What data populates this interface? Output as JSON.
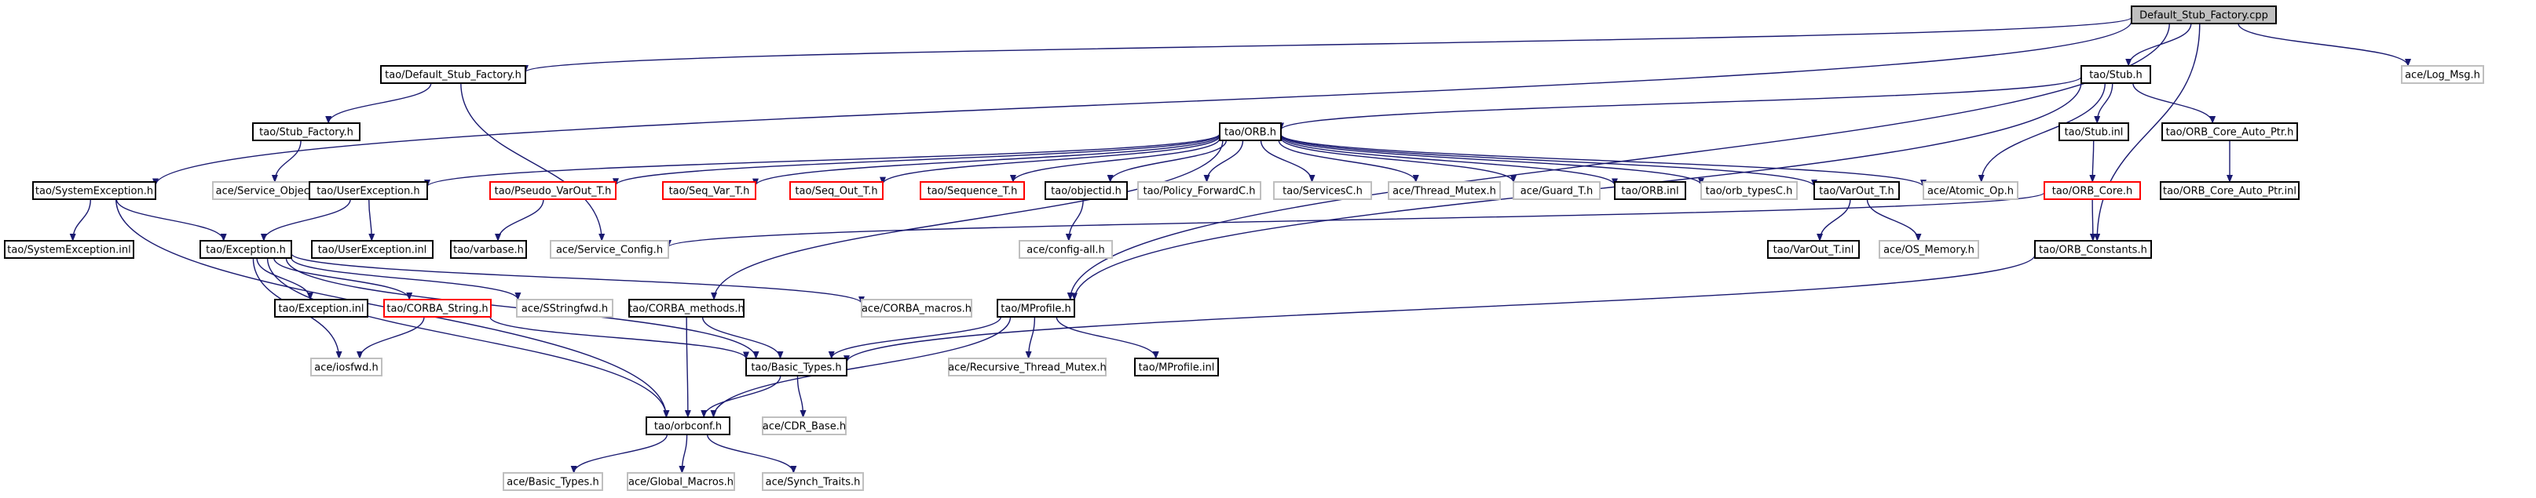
{
  "colors": {
    "edge": "#191970",
    "root_fill": "#bfbfbf",
    "node_border": "#000000",
    "external_border": "#bfbfbf",
    "truncated_border": "#ff0000",
    "background": "#ffffff"
  },
  "nodes": [
    {
      "id": "root",
      "label": "Default_Stub_Factory.cpp",
      "kind": "root"
    },
    {
      "id": "dsf_h",
      "label": "tao/Default_Stub_Factory.h",
      "kind": "normal"
    },
    {
      "id": "stub_h",
      "label": "tao/Stub.h",
      "kind": "normal"
    },
    {
      "id": "log_msg",
      "label": "ace/Log_Msg.h",
      "kind": "external"
    },
    {
      "id": "stub_factory_h",
      "label": "tao/Stub_Factory.h",
      "kind": "normal"
    },
    {
      "id": "orb_h",
      "label": "tao/ORB.h",
      "kind": "normal"
    },
    {
      "id": "stub_inl",
      "label": "tao/Stub.inl",
      "kind": "normal"
    },
    {
      "id": "orb_core_auto_ptr_h",
      "label": "tao/ORB_Core_Auto_Ptr.h",
      "kind": "normal"
    },
    {
      "id": "service_object",
      "label": "ace/Service_Object.h",
      "kind": "external"
    },
    {
      "id": "sysexc_h",
      "label": "tao/SystemException.h",
      "kind": "normal"
    },
    {
      "id": "userexc_h",
      "label": "tao/UserException.h",
      "kind": "normal"
    },
    {
      "id": "pseudo_varout",
      "label": "tao/Pseudo_VarOut_T.h",
      "kind": "truncated"
    },
    {
      "id": "seq_var",
      "label": "tao/Seq_Var_T.h",
      "kind": "truncated"
    },
    {
      "id": "seq_out",
      "label": "tao/Seq_Out_T.h",
      "kind": "truncated"
    },
    {
      "id": "sequence_t",
      "label": "tao/Sequence_T.h",
      "kind": "truncated"
    },
    {
      "id": "objectid_h",
      "label": "tao/objectid.h",
      "kind": "normal"
    },
    {
      "id": "policy_fwd",
      "label": "tao/Policy_ForwardC.h",
      "kind": "external"
    },
    {
      "id": "servicesc",
      "label": "tao/ServicesC.h",
      "kind": "external"
    },
    {
      "id": "thread_mutex",
      "label": "ace/Thread_Mutex.h",
      "kind": "external"
    },
    {
      "id": "guard_t",
      "label": "ace/Guard_T.h",
      "kind": "external"
    },
    {
      "id": "orb_inl",
      "label": "tao/ORB.inl",
      "kind": "normal"
    },
    {
      "id": "orb_typesc",
      "label": "tao/orb_typesC.h",
      "kind": "external"
    },
    {
      "id": "varout_t",
      "label": "tao/VarOut_T.h",
      "kind": "normal"
    },
    {
      "id": "atomic_op",
      "label": "ace/Atomic_Op.h",
      "kind": "external"
    },
    {
      "id": "orb_core_h",
      "label": "tao/ORB_Core.h",
      "kind": "truncated"
    },
    {
      "id": "orb_core_auto_ptr_inl",
      "label": "tao/ORB_Core_Auto_Ptr.inl",
      "kind": "normal"
    },
    {
      "id": "sysexc_inl",
      "label": "tao/SystemException.inl",
      "kind": "normal"
    },
    {
      "id": "exception_h",
      "label": "tao/Exception.h",
      "kind": "normal"
    },
    {
      "id": "userexc_inl",
      "label": "tao/UserException.inl",
      "kind": "normal"
    },
    {
      "id": "varbase_h",
      "label": "tao/varbase.h",
      "kind": "normal"
    },
    {
      "id": "service_config",
      "label": "ace/Service_Config.h",
      "kind": "external"
    },
    {
      "id": "config_all",
      "label": "ace/config-all.h",
      "kind": "external"
    },
    {
      "id": "varout_t_inl",
      "label": "tao/VarOut_T.inl",
      "kind": "normal"
    },
    {
      "id": "os_memory",
      "label": "ace/OS_Memory.h",
      "kind": "external"
    },
    {
      "id": "orb_constants",
      "label": "tao/ORB_Constants.h",
      "kind": "normal"
    },
    {
      "id": "exception_inl",
      "label": "tao/Exception.inl",
      "kind": "normal"
    },
    {
      "id": "corba_string",
      "label": "tao/CORBA_String.h",
      "kind": "truncated"
    },
    {
      "id": "sstringfwd",
      "label": "ace/SStringfwd.h",
      "kind": "external"
    },
    {
      "id": "corba_methods",
      "label": "tao/CORBA_methods.h",
      "kind": "normal"
    },
    {
      "id": "corba_macros",
      "label": "ace/CORBA_macros.h",
      "kind": "external"
    },
    {
      "id": "mprofile_h",
      "label": "tao/MProfile.h",
      "kind": "normal"
    },
    {
      "id": "iosfwd",
      "label": "ace/iosfwd.h",
      "kind": "external"
    },
    {
      "id": "basic_types_tao",
      "label": "tao/Basic_Types.h",
      "kind": "normal"
    },
    {
      "id": "recursive_mutex",
      "label": "ace/Recursive_Thread_Mutex.h",
      "kind": "external"
    },
    {
      "id": "mprofile_inl",
      "label": "tao/MProfile.inl",
      "kind": "normal"
    },
    {
      "id": "orbconf",
      "label": "tao/orbconf.h",
      "kind": "normal"
    },
    {
      "id": "cdr_base",
      "label": "ace/CDR_Base.h",
      "kind": "external"
    },
    {
      "id": "basic_types_ace",
      "label": "ace/Basic_Types.h",
      "kind": "external"
    },
    {
      "id": "global_macros",
      "label": "ace/Global_Macros.h",
      "kind": "external"
    },
    {
      "id": "synch_traits",
      "label": "ace/Synch_Traits.h",
      "kind": "external"
    }
  ],
  "edges": [
    [
      "root",
      "dsf_h"
    ],
    [
      "root",
      "stub_h"
    ],
    [
      "root",
      "log_msg"
    ],
    [
      "root",
      "sysexc_h"
    ],
    [
      "root",
      "orb_constants"
    ],
    [
      "root",
      "mprofile_h"
    ],
    [
      "dsf_h",
      "stub_factory_h"
    ],
    [
      "dsf_h",
      "service_config"
    ],
    [
      "stub_factory_h",
      "service_object"
    ],
    [
      "stub_h",
      "orb_h"
    ],
    [
      "stub_h",
      "stub_inl"
    ],
    [
      "stub_h",
      "orb_core_auto_ptr_h"
    ],
    [
      "stub_h",
      "atomic_op"
    ],
    [
      "stub_h",
      "mprofile_h"
    ],
    [
      "stub_inl",
      "orb_core_h"
    ],
    [
      "orb_core_auto_ptr_h",
      "orb_core_auto_ptr_inl"
    ],
    [
      "orb_core_h",
      "orb_constants"
    ],
    [
      "orb_core_h",
      "service_config"
    ],
    [
      "orb_h",
      "userexc_h"
    ],
    [
      "orb_h",
      "pseudo_varout"
    ],
    [
      "orb_h",
      "seq_var"
    ],
    [
      "orb_h",
      "seq_out"
    ],
    [
      "orb_h",
      "sequence_t"
    ],
    [
      "orb_h",
      "objectid_h"
    ],
    [
      "orb_h",
      "policy_fwd"
    ],
    [
      "orb_h",
      "servicesc"
    ],
    [
      "orb_h",
      "thread_mutex"
    ],
    [
      "orb_h",
      "guard_t"
    ],
    [
      "orb_h",
      "orb_inl"
    ],
    [
      "orb_h",
      "orb_typesc"
    ],
    [
      "orb_h",
      "varout_t"
    ],
    [
      "orb_h",
      "atomic_op"
    ],
    [
      "orb_h",
      "corba_methods"
    ],
    [
      "sysexc_h",
      "sysexc_inl"
    ],
    [
      "sysexc_h",
      "exception_h"
    ],
    [
      "sysexc_h",
      "orbconf"
    ],
    [
      "userexc_h",
      "exception_h"
    ],
    [
      "userexc_h",
      "userexc_inl"
    ],
    [
      "pseudo_varout",
      "varbase_h"
    ],
    [
      "objectid_h",
      "config_all"
    ],
    [
      "varout_t",
      "varout_t_inl"
    ],
    [
      "varout_t",
      "os_memory"
    ],
    [
      "exception_h",
      "exception_inl"
    ],
    [
      "exception_h",
      "corba_string"
    ],
    [
      "exception_h",
      "sstringfwd"
    ],
    [
      "exception_h",
      "corba_macros"
    ],
    [
      "exception_h",
      "iosfwd"
    ],
    [
      "exception_h",
      "basic_types_tao"
    ],
    [
      "exception_h",
      "orbconf"
    ],
    [
      "corba_string",
      "iosfwd"
    ],
    [
      "corba_string",
      "basic_types_tao"
    ],
    [
      "corba_methods",
      "basic_types_tao"
    ],
    [
      "corba_methods",
      "orbconf"
    ],
    [
      "orb_constants",
      "basic_types_tao"
    ],
    [
      "mprofile_h",
      "basic_types_tao"
    ],
    [
      "mprofile_h",
      "recursive_mutex"
    ],
    [
      "mprofile_h",
      "mprofile_inl"
    ],
    [
      "mprofile_h",
      "orbconf"
    ],
    [
      "basic_types_tao",
      "orbconf"
    ],
    [
      "basic_types_tao",
      "cdr_base"
    ],
    [
      "orbconf",
      "basic_types_ace"
    ],
    [
      "orbconf",
      "global_macros"
    ],
    [
      "orbconf",
      "synch_traits"
    ]
  ]
}
